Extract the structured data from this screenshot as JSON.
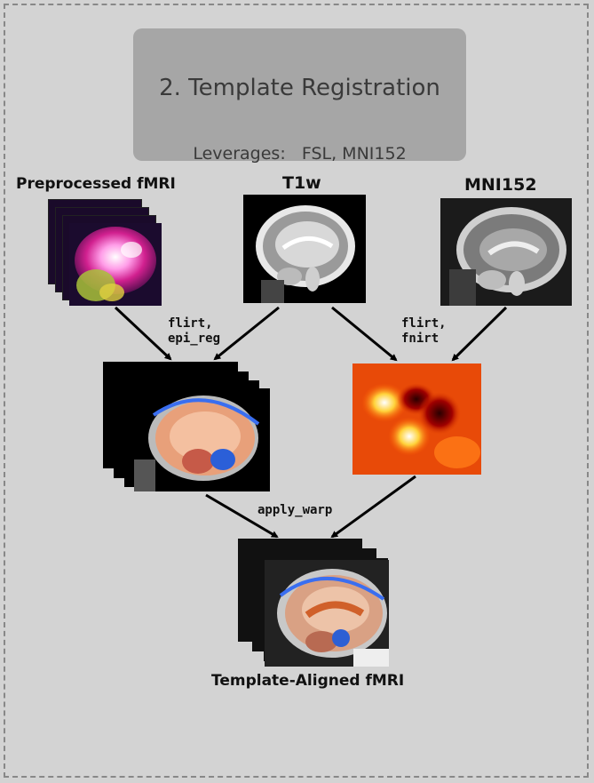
{
  "header": {
    "title": "2. Template Registration",
    "leverages_label": "Leverages:",
    "leverages_value": "FSL, MNI152"
  },
  "inputs": {
    "fmri": "Preprocessed fMRI",
    "t1w": "T1w",
    "mni": "MNI152"
  },
  "edges": {
    "flirt_epi": [
      "flirt,",
      "epi_reg"
    ],
    "flirt_fnirt": [
      "flirt,",
      "fnirt"
    ],
    "apply_warp": "apply_warp"
  },
  "output": {
    "label": "Template-Aligned fMRI"
  },
  "colors": {
    "background": "#d3d3d3",
    "header_box": "#a6a6a6",
    "arrow": "#000000"
  }
}
